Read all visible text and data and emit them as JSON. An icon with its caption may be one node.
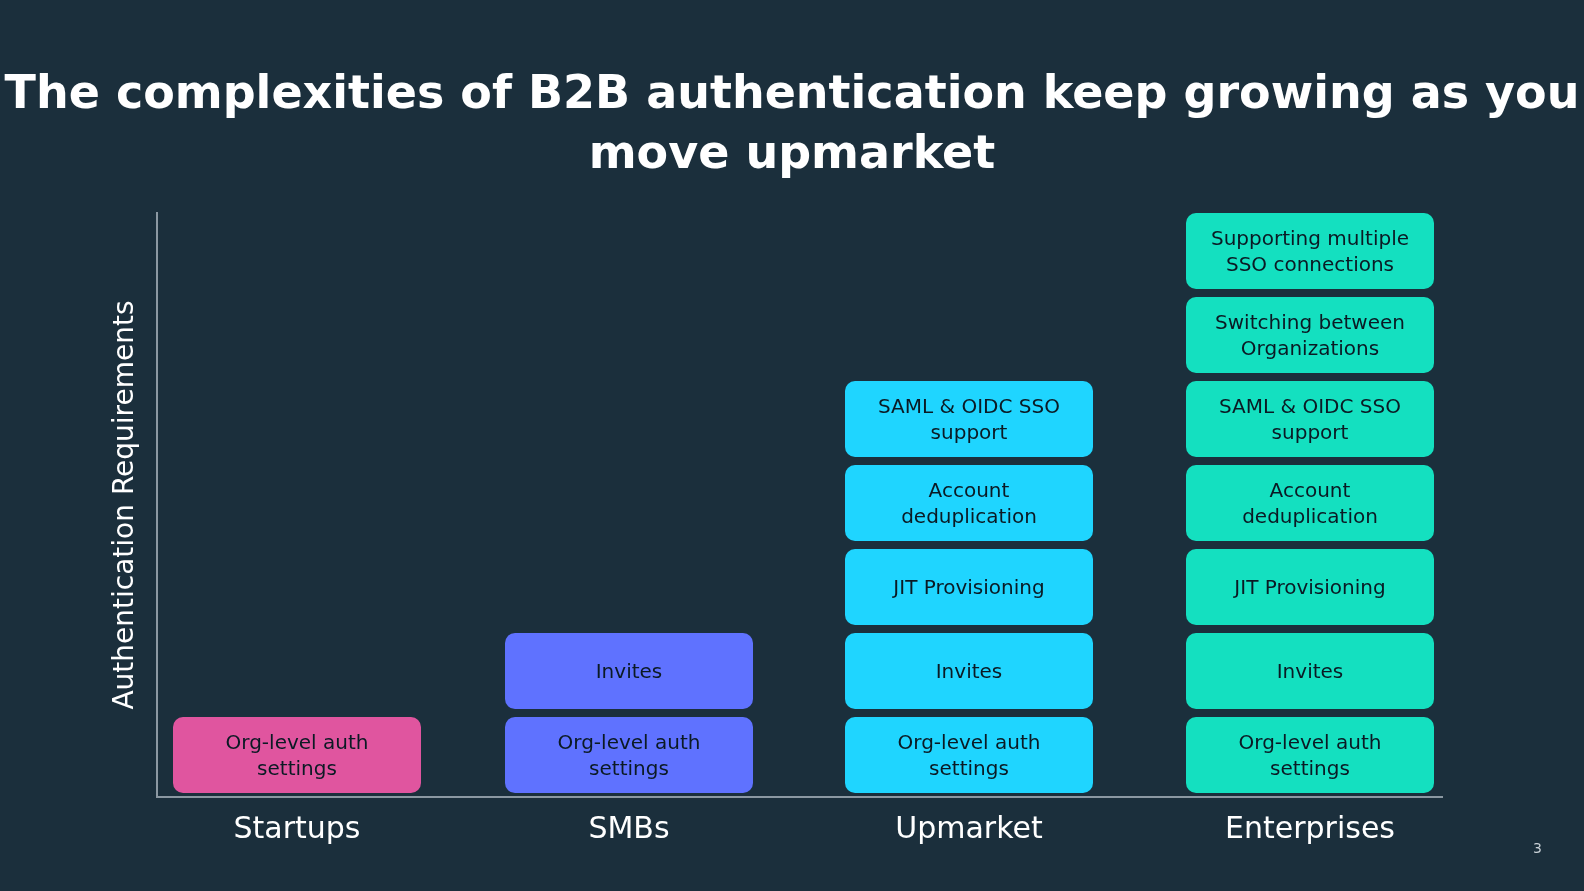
{
  "diagram": {
    "title": "The complexities of B2B authentication keep growing as you move upmarket",
    "nodes": [
      {
        "text": [
          "Org-level auth settings"
        ]
      },
      {
        "text": [
          "Invites"
        ]
      },
      {
        "text": [
          "Org-level auth settings"
        ]
      },
      {
        "text": [
          "SAML & OIDC SSO support"
        ]
      },
      {
        "text": [
          "Account deduplication"
        ]
      },
      {
        "text": [
          "JIT Provisioning"
        ]
      },
      {
        "text": [
          "Invites"
        ]
      },
      {
        "text": [
          "Org-level auth settings"
        ]
      },
      {
        "text": [
          "Supporting multiple SSO connections"
        ]
      },
      {
        "text": [
          "Switching between Organizations"
        ]
      },
      {
        "text": [
          "SAML & OIDC SSO support"
        ]
      },
      {
        "text": [
          "Account deduplication"
        ]
      },
      {
        "text": [
          "JIT Provisioning"
        ]
      },
      {
        "text": [
          "Invites"
        ]
      },
      {
        "text": [
          "Org-level auth settings"
        ]
      }
    ],
    "labels": [
      "Authentication Requirements",
      "Startups",
      "SMBs",
      "Upmarket",
      "Enterprises",
      "3"
    ]
  }
}
